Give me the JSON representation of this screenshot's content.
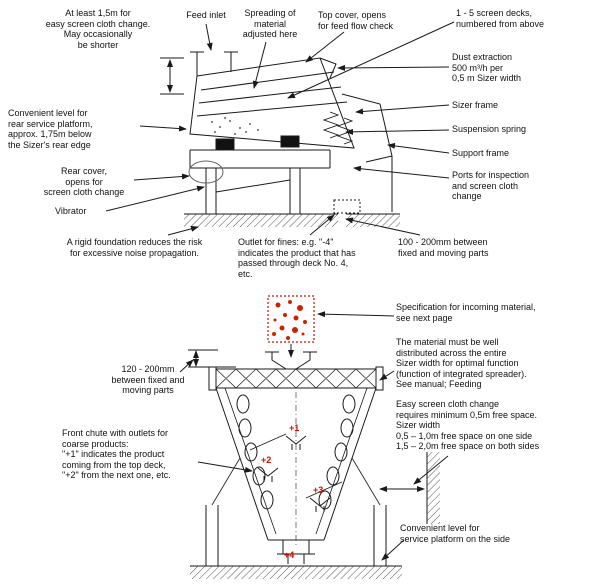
{
  "top_view": {
    "labels": {
      "screen_cloth_change": "At least 1,5m for\neasy screen cloth change.\nMay occasionally\nbe shorter",
      "feed_inlet": "Feed inlet",
      "spreading": "Spreading of\nmaterial\nadjusted here",
      "top_cover": "Top cover, opens\nfor feed flow check",
      "screen_decks": "1 - 5 screen decks,\nnumbered from above",
      "dust_extraction": "Dust extraction\n500 m³/h per\n0,5 m Sizer width",
      "sizer_frame": "Sizer frame",
      "suspension_spring": "Suspension spring",
      "support_frame": "Support frame",
      "ports": "Ports for inspection\nand screen cloth\nchange",
      "rear_platform": "Convenient level for\nrear service platform,\napprox. 1,75m below\nthe Sizer's rear edge",
      "rear_cover": "Rear cover,\nopens for\nscreen cloth change",
      "vibrator": "Vibrator",
      "foundation": "A rigid foundation reduces the risk\nfor excessive noise propagation.",
      "outlet_fines": "Outlet for fines: e.g. \"-4\"\nindicates the product that has\npassed through deck No. 4,\netc.",
      "gap_100_200": "100 - 200mm between\nfixed and moving parts"
    }
  },
  "bottom_view": {
    "labels": {
      "spec_incoming": "Specification for incoming material,\nsee next page",
      "material_distribution": "The material must be well\ndistributed across the entire\nSizer width for optimal function\n(function of integrated spreader).\nSee manual; Feeding",
      "gap_120_200": "120 - 200mm\nbetween fixed and\nmoving parts",
      "screen_cloth_space": "Easy screen cloth change\nrequires minimum  0,5m free space.\nSizer width\n0,5 – 1,0m free space on one side\n1,5 – 2,0m free space on both sides",
      "front_chute": "Front chute with outlets for\ncoarse products:\n\"+1\" indicates the product\ncoming from the top deck,\n\"+2\" from the next one, etc.",
      "service_platform": "Convenient level for\nservice platform on the side"
    },
    "outlet_markers": [
      "+1",
      "+2",
      "+3",
      "+4"
    ]
  },
  "colors": {
    "line": "#1a1a1a",
    "accent_red": "#cc1100",
    "background": "#ffffff"
  }
}
